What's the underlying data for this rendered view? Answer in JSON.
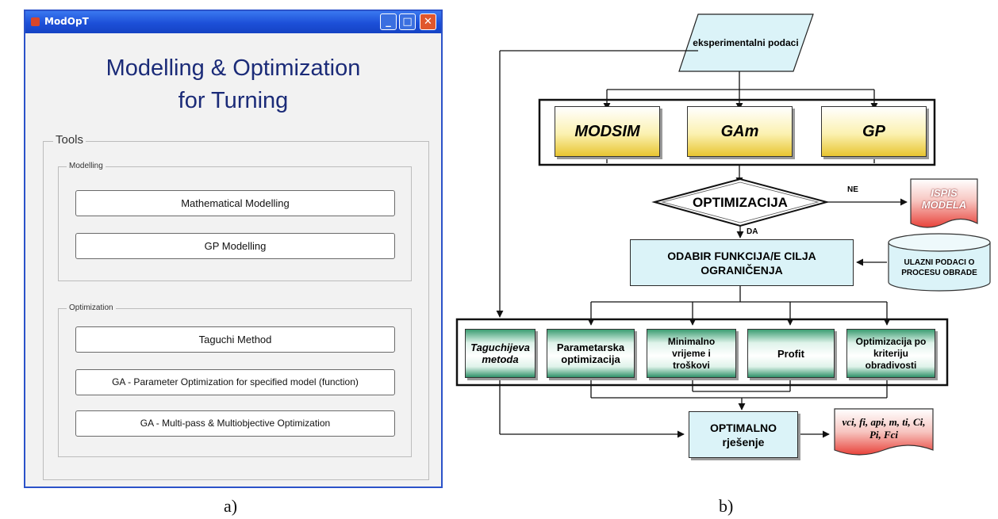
{
  "panel_a": {
    "window_title": "ModOpT",
    "title_line1": "Modelling & Optimization",
    "title_line2": "for Turning",
    "tools_label": "Tools",
    "modelling_label": "Modelling",
    "modelling_buttons": [
      "Mathematical Modelling",
      "GP Modelling"
    ],
    "optimization_label": "Optimization",
    "optimization_buttons": [
      "Taguchi Method",
      "GA - Parameter Optimization for specified model (function)",
      "GA - Multi-pass & Multiobjective Optimization"
    ],
    "caption": "a)"
  },
  "panel_b": {
    "input": "eksperimentalni podaci",
    "methods": [
      "MODSIM",
      "GAm",
      "GP"
    ],
    "decision": "OPTIMIZACIJA",
    "branch_no": "NE",
    "branch_yes": "DA",
    "output_model": "ISPIS MODELA",
    "objective": "ODABIR FUNKCIJA/E CILJA OGRANIČENJA",
    "db_input": "ULAZNI PODACI O PROCESU OBRADE",
    "optimizations": [
      "Taguchijeva metoda",
      "Parametarska optimizacija",
      "Minimalno vrijeme i troškovi",
      "Profit",
      "Optimizacija po kriteriju obradivosti"
    ],
    "optimal": "OPTIMALNO rješenje",
    "result_vars": "vci, fi, api, m, ti, Ci, Pi, Fci",
    "caption": "b)"
  },
  "colors": {
    "title_blue": "#1b2b78",
    "window_border": "#2b52c9",
    "box_cyan": "#dbf3f8",
    "method_yellow": "#e8c531",
    "doc_red": "#e8423a",
    "opt_green": "#2f9169"
  }
}
